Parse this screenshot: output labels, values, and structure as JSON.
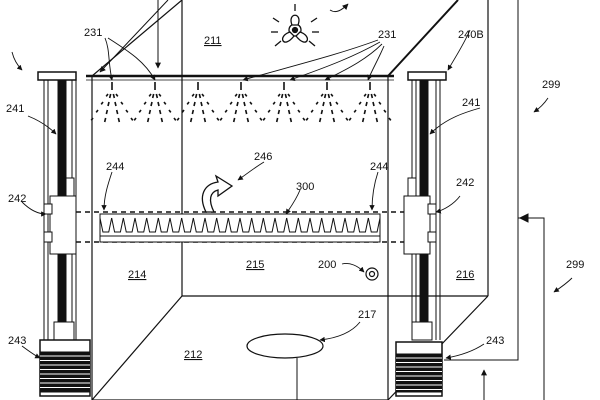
{
  "labels": {
    "l211": "211",
    "l231a": "231",
    "l231b": "231",
    "l240b": "240B",
    "l299a": "299",
    "l299b": "299",
    "l241a": "241",
    "l241b": "241",
    "l244a": "244",
    "l244b": "244",
    "l246": "246",
    "l300": "300",
    "l242a": "242",
    "l242b": "242",
    "l214": "214",
    "l215": "215",
    "l200": "200",
    "l216": "216",
    "l217": "217",
    "l243a": "243",
    "l243b": "243",
    "l212": "212"
  },
  "colors": {
    "line": "#111111",
    "background": "#ffffff"
  },
  "nozzle_count": 7,
  "tray_tooth_count": 24,
  "icons": {
    "fan": "fan-icon",
    "spray": "spray-nozzle-icon",
    "rotate": "rotate-arrow-icon",
    "sensor": "sensor-icon"
  }
}
